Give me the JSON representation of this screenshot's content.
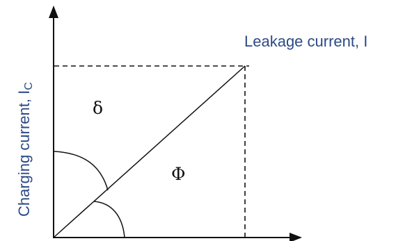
{
  "diagram": {
    "labels": {
      "y_axis": "Charging current, I",
      "y_axis_sub": "C",
      "resultant": "Leakage current, I",
      "angle_delta": "δ",
      "angle_phi": "Φ"
    },
    "colors": {
      "label_text": "#2c4a86",
      "lines": "#111111",
      "background": "#ffffff"
    }
  }
}
